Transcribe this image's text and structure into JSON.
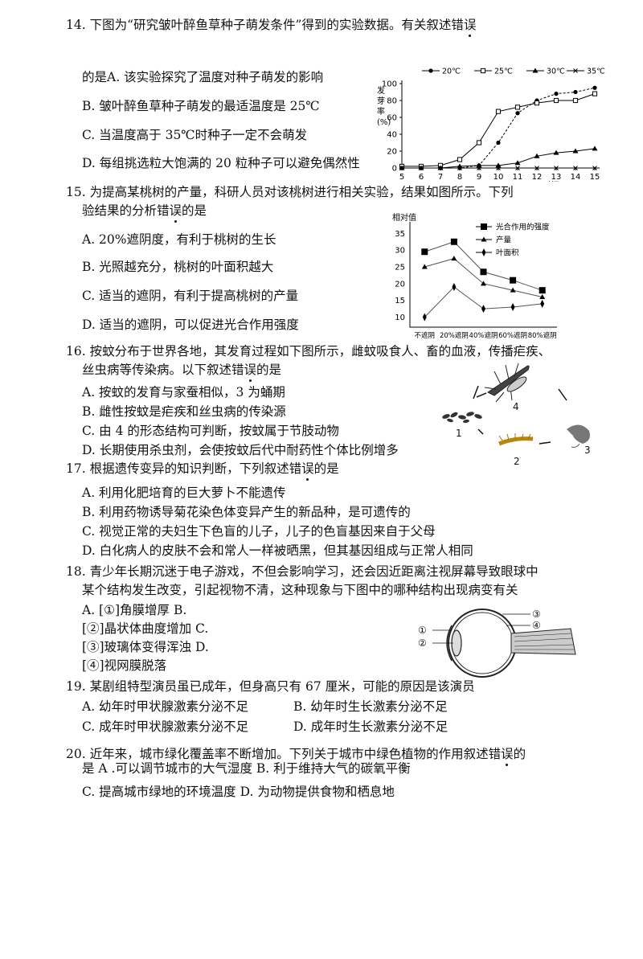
{
  "q14": {
    "stem_a": "14. 下图为“研究皱叶醉鱼草种子萌发条件”得到的实验数据。有关叙述错",
    "stem_w1": " 误",
    "stem_b": "的是",
    "opt_a": "A. 该实验探究了温度对种子萌发的影响",
    "opt_b": "B. 皱叶醉鱼草种子萌发的最适温度是  25℃",
    "opt_c": "C. 当温度高于  35℃时种子一定不会萌发",
    "opt_d": "D. 每组挑选粒大饱满的  20  粒种子可以避免偶然性"
  },
  "q15": {
    "stem_a": "15. 为提高某桃树的产量，科研人员对该桃树进行相关实验，结果如图所示。下列",
    "stem_b_a": "验结果的分析错",
    "stem_w": " 误",
    "stem_b_b": "的是",
    "opt_a": "A. 20%遮阴度，有利于桃树的生长",
    "opt_b": "B. 光照越充分，桃树的叶面积越大",
    "opt_c": "C. 适当的遮阴，有利于提高桃树的产量",
    "opt_d": "D. 适当的遮阴，可以促进光合作用强度"
  },
  "q16": {
    "stem_a": "16. 按蚊分布于世界各地，其发育过程如下图所示，雌蚊吸食人、畜的血液，传播疟疾、",
    "stem_b_a": "丝虫病等传染病。以下叙述错",
    "stem_w": " 误",
    "stem_b_b": "的是",
    "opt_a": "A. 按蚊的发育与家蚕相似，3  为蛹期",
    "opt_b": "B. 雌性按蚊是疟疾和丝虫病的传染源",
    "opt_c": "C. 由  4  的形态结构可判断，按蚊属于节肢动物",
    "opt_d": "D. 长期使用杀虫剂，会使按蚊后代中耐药性个体比例增多",
    "labels": [
      "1",
      "2",
      "3",
      "4"
    ]
  },
  "q17": {
    "stem_a": "17. 根据遗传变异的知识判断，下列叙述错",
    "stem_w": " 误",
    "stem_b": "的是",
    "opt_a": "A. 利用化肥培育的巨大萝卜不能遗传",
    "opt_b": "B. 利用药物诱导菊花染色体变异产生的新品种，是可遗传的",
    "opt_c": "C. 视觉正常的夫妇生下色盲的儿子，儿子的色盲基因来自于父母",
    "opt_d": "D. 白化病人的皮肤不会和常人一样被晒黑，但其基因组成与正常人相同"
  },
  "q18": {
    "stem_a": "18. 青少年长期沉迷于电子游戏，不但会影响学习，还会因近距离注视屏幕导致眼球中",
    "stem_b": "某个结构发生改变，引起视物不清，这种现象与下图中的哪种结构出现病变有关",
    "opt_1": "A. [①]角膜增厚       B.",
    "opt_2": "[②]晶状体曲度增加 C.",
    "opt_3": "[③]玻璃体变得浑浊 D.",
    "opt_4": "[④]视网膜脱落",
    "labels": [
      "①",
      "②",
      "③",
      "④"
    ]
  },
  "q19": {
    "stem": "19. 某剧组特型演员虽已成年，但身高只有  67  厘米，可能的原因是该演员",
    "opt_a": "A. 幼年时甲状腺激素分泌不足",
    "opt_b": "B. 幼年时生长激素分泌不足",
    "opt_c": "C. 成年时甲状腺激素分泌不足",
    "opt_d": "D. 成年时生长激素分泌不足"
  },
  "q20": {
    "stem_a": "20. 近年来，城市绿化覆盖率不断增加。下列关于城市中绿色植物的作用叙述错",
    "stem_w": " 误",
    "stem_a2": "的",
    "stem_b": "是  A .可以调节城市的大气湿度  B. 利于维持大气的碳氧平衡",
    "opt_cd": "C. 提高城市绿地的环境温度  D. 为动物提供食物和栖息地"
  },
  "chart_data": [
    {
      "type": "line",
      "ylabel": "发芽率(%)",
      "x": [
        5,
        6,
        7,
        8,
        9,
        10,
        11,
        12,
        13,
        14,
        15
      ],
      "xticks": [
        "5",
        "6",
        "7",
        "8",
        "9",
        "10",
        "11",
        "12",
        "13",
        "14",
        "15"
      ],
      "yticks": [
        "0",
        "20",
        "40",
        "60",
        "80",
        "100"
      ],
      "xlabel": "时间(天)",
      "ylim": [
        0,
        100
      ],
      "legend_position": "top",
      "series": [
        {
          "name": "20℃",
          "marker": "filled-circle",
          "style": "dashed",
          "values": [
            0,
            0,
            0,
            0,
            3,
            30,
            65,
            80,
            88,
            90,
            95
          ]
        },
        {
          "name": "25℃",
          "marker": "open-square",
          "style": "solid",
          "values": [
            2,
            2,
            3,
            10,
            30,
            67,
            72,
            77,
            80,
            80,
            88
          ]
        },
        {
          "name": "30℃",
          "marker": "filled-triangle",
          "style": "solid",
          "values": [
            0,
            0,
            0,
            2,
            3,
            3,
            6,
            14,
            18,
            20,
            23
          ]
        },
        {
          "name": "35℃",
          "marker": "cross",
          "style": "solid",
          "values": [
            0,
            0,
            0,
            0,
            0,
            0,
            0,
            0,
            0,
            0,
            0
          ]
        }
      ]
    },
    {
      "type": "line",
      "ylabel": "相对值",
      "categories": [
        "不遮阴",
        "20%遮阴",
        "40%遮阴",
        "60%遮阴",
        "80%遮阴"
      ],
      "yticks": [
        "10",
        "15",
        "20",
        "25",
        "30",
        "35"
      ],
      "ylim": [
        7,
        37
      ],
      "legend_position": "top-right",
      "series": [
        {
          "name": "光合作用的强度",
          "marker": "filled-square",
          "values": [
            29.5,
            32.5,
            23.5,
            21,
            18
          ]
        },
        {
          "name": "产量",
          "marker": "filled-triangle",
          "values": [
            25,
            27.5,
            20,
            18,
            16
          ]
        },
        {
          "name": "叶面积",
          "marker": "diamond",
          "values": [
            10,
            19,
            12.5,
            13,
            14
          ]
        }
      ]
    }
  ],
  "colors": {
    "text": "#111111",
    "line": "#000000"
  }
}
